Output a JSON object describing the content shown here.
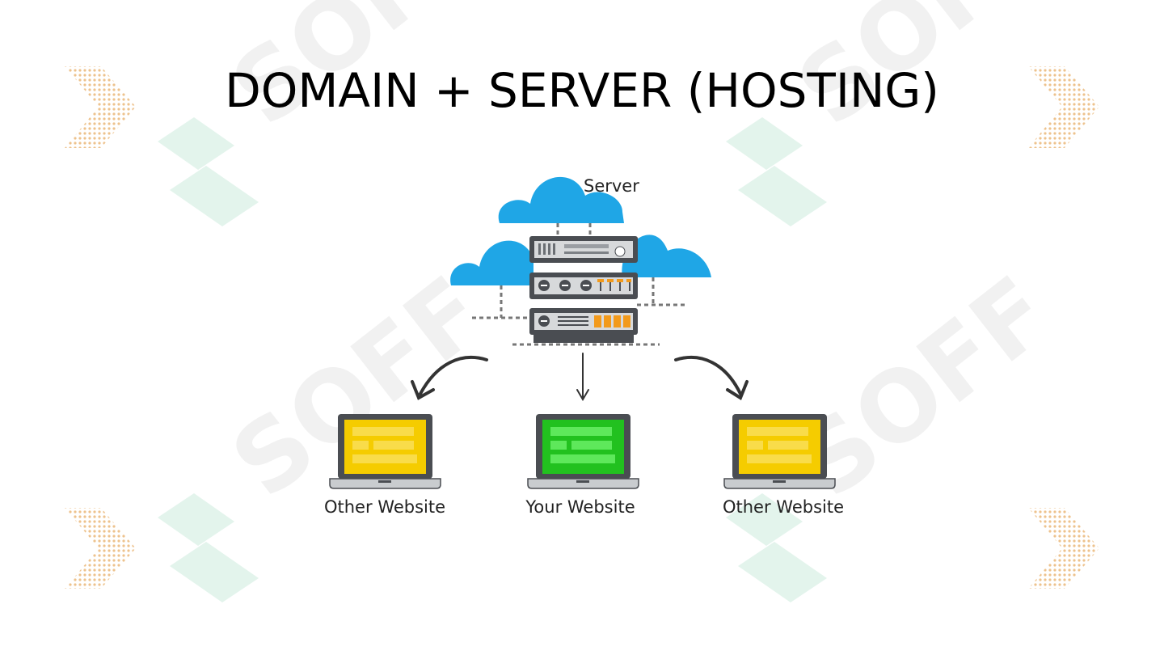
{
  "slide": {
    "title": "DOMAIN + SERVER (HOSTING)",
    "watermark_text": "SOFF"
  },
  "diagram": {
    "server_label": "Server",
    "sites": [
      {
        "label": "Other Website",
        "screen_color": "#f5cc00",
        "role": "other"
      },
      {
        "label": "Your Website",
        "screen_color": "#22c11f",
        "role": "yours"
      },
      {
        "label": "Other Website",
        "screen_color": "#f5cc00",
        "role": "other"
      }
    ],
    "cloud_color": "#1fa6e6",
    "server_body_color": "#4a4d52",
    "accent_orange": "#f29a1b"
  }
}
